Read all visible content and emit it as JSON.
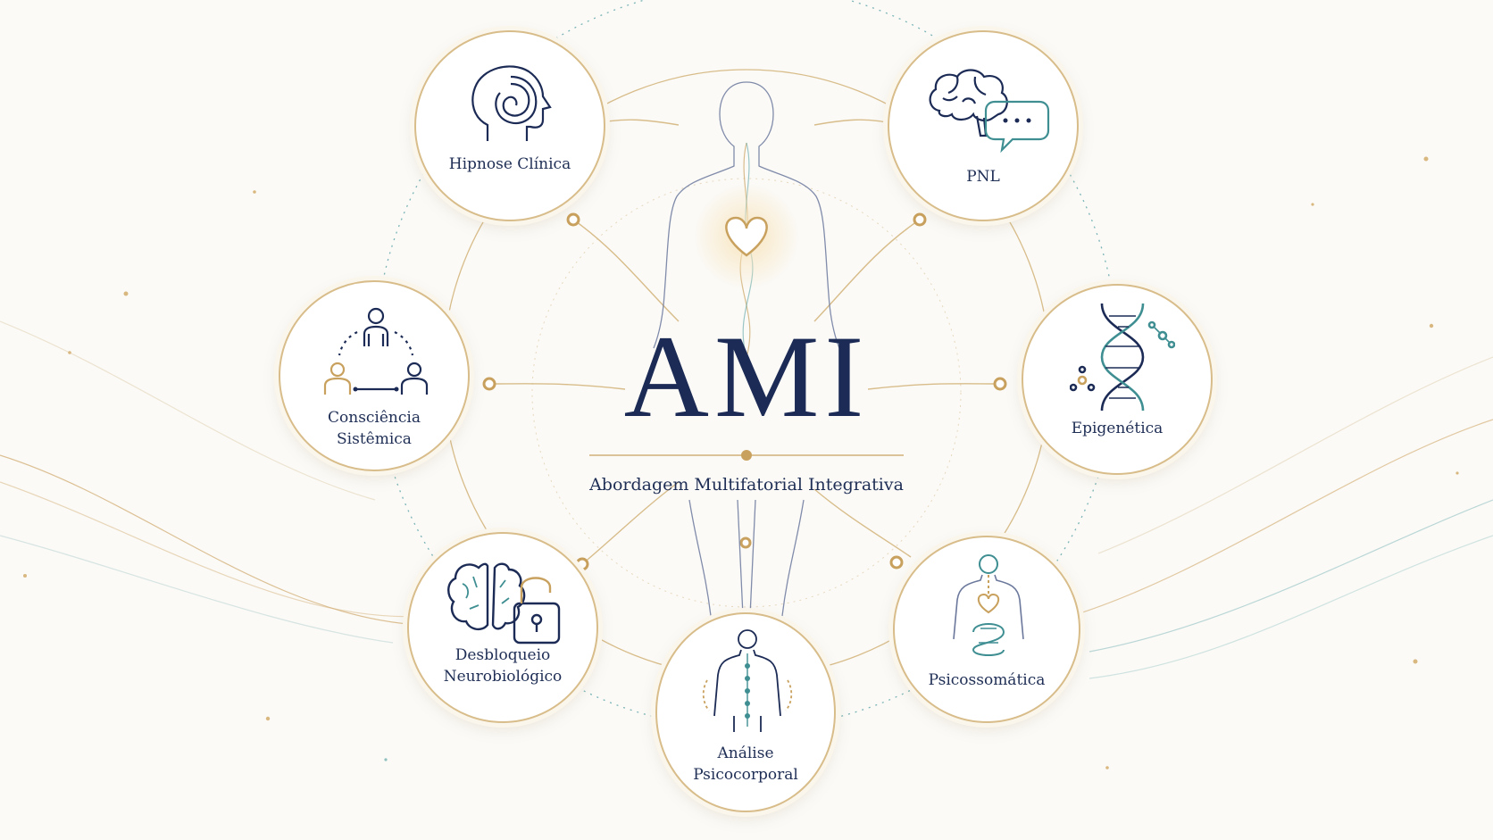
{
  "title": "AMI",
  "subtitle": "Abordagem Multifatorial Integrativa",
  "colors": {
    "navy": "#1c2b55",
    "gold": "#c9a15e",
    "teal": "#3e8e92",
    "ring": "#d8bd8a"
  },
  "nodes": [
    {
      "id": "hipnose",
      "label_lines": [
        "Hipnose Clínica"
      ],
      "icon": "head-spiral-icon"
    },
    {
      "id": "pnl",
      "label_lines": [
        "PNL"
      ],
      "icon": "brain-chat-icon"
    },
    {
      "id": "consciencia",
      "label_lines": [
        "Consciência",
        "Sistêmica"
      ],
      "icon": "people-system-icon"
    },
    {
      "id": "epigenetica",
      "label_lines": [
        "Epigenética"
      ],
      "icon": "dna-icon"
    },
    {
      "id": "desbloqueio",
      "label_lines": [
        "Desbloqueio",
        "Neurobiológico"
      ],
      "icon": "brain-unlock-icon"
    },
    {
      "id": "psicossomatica",
      "label_lines": [
        "Psicossomática"
      ],
      "icon": "body-organs-icon"
    },
    {
      "id": "analise",
      "label_lines": [
        "Análise",
        "Psicocorporal"
      ],
      "icon": "body-spine-icon"
    }
  ]
}
